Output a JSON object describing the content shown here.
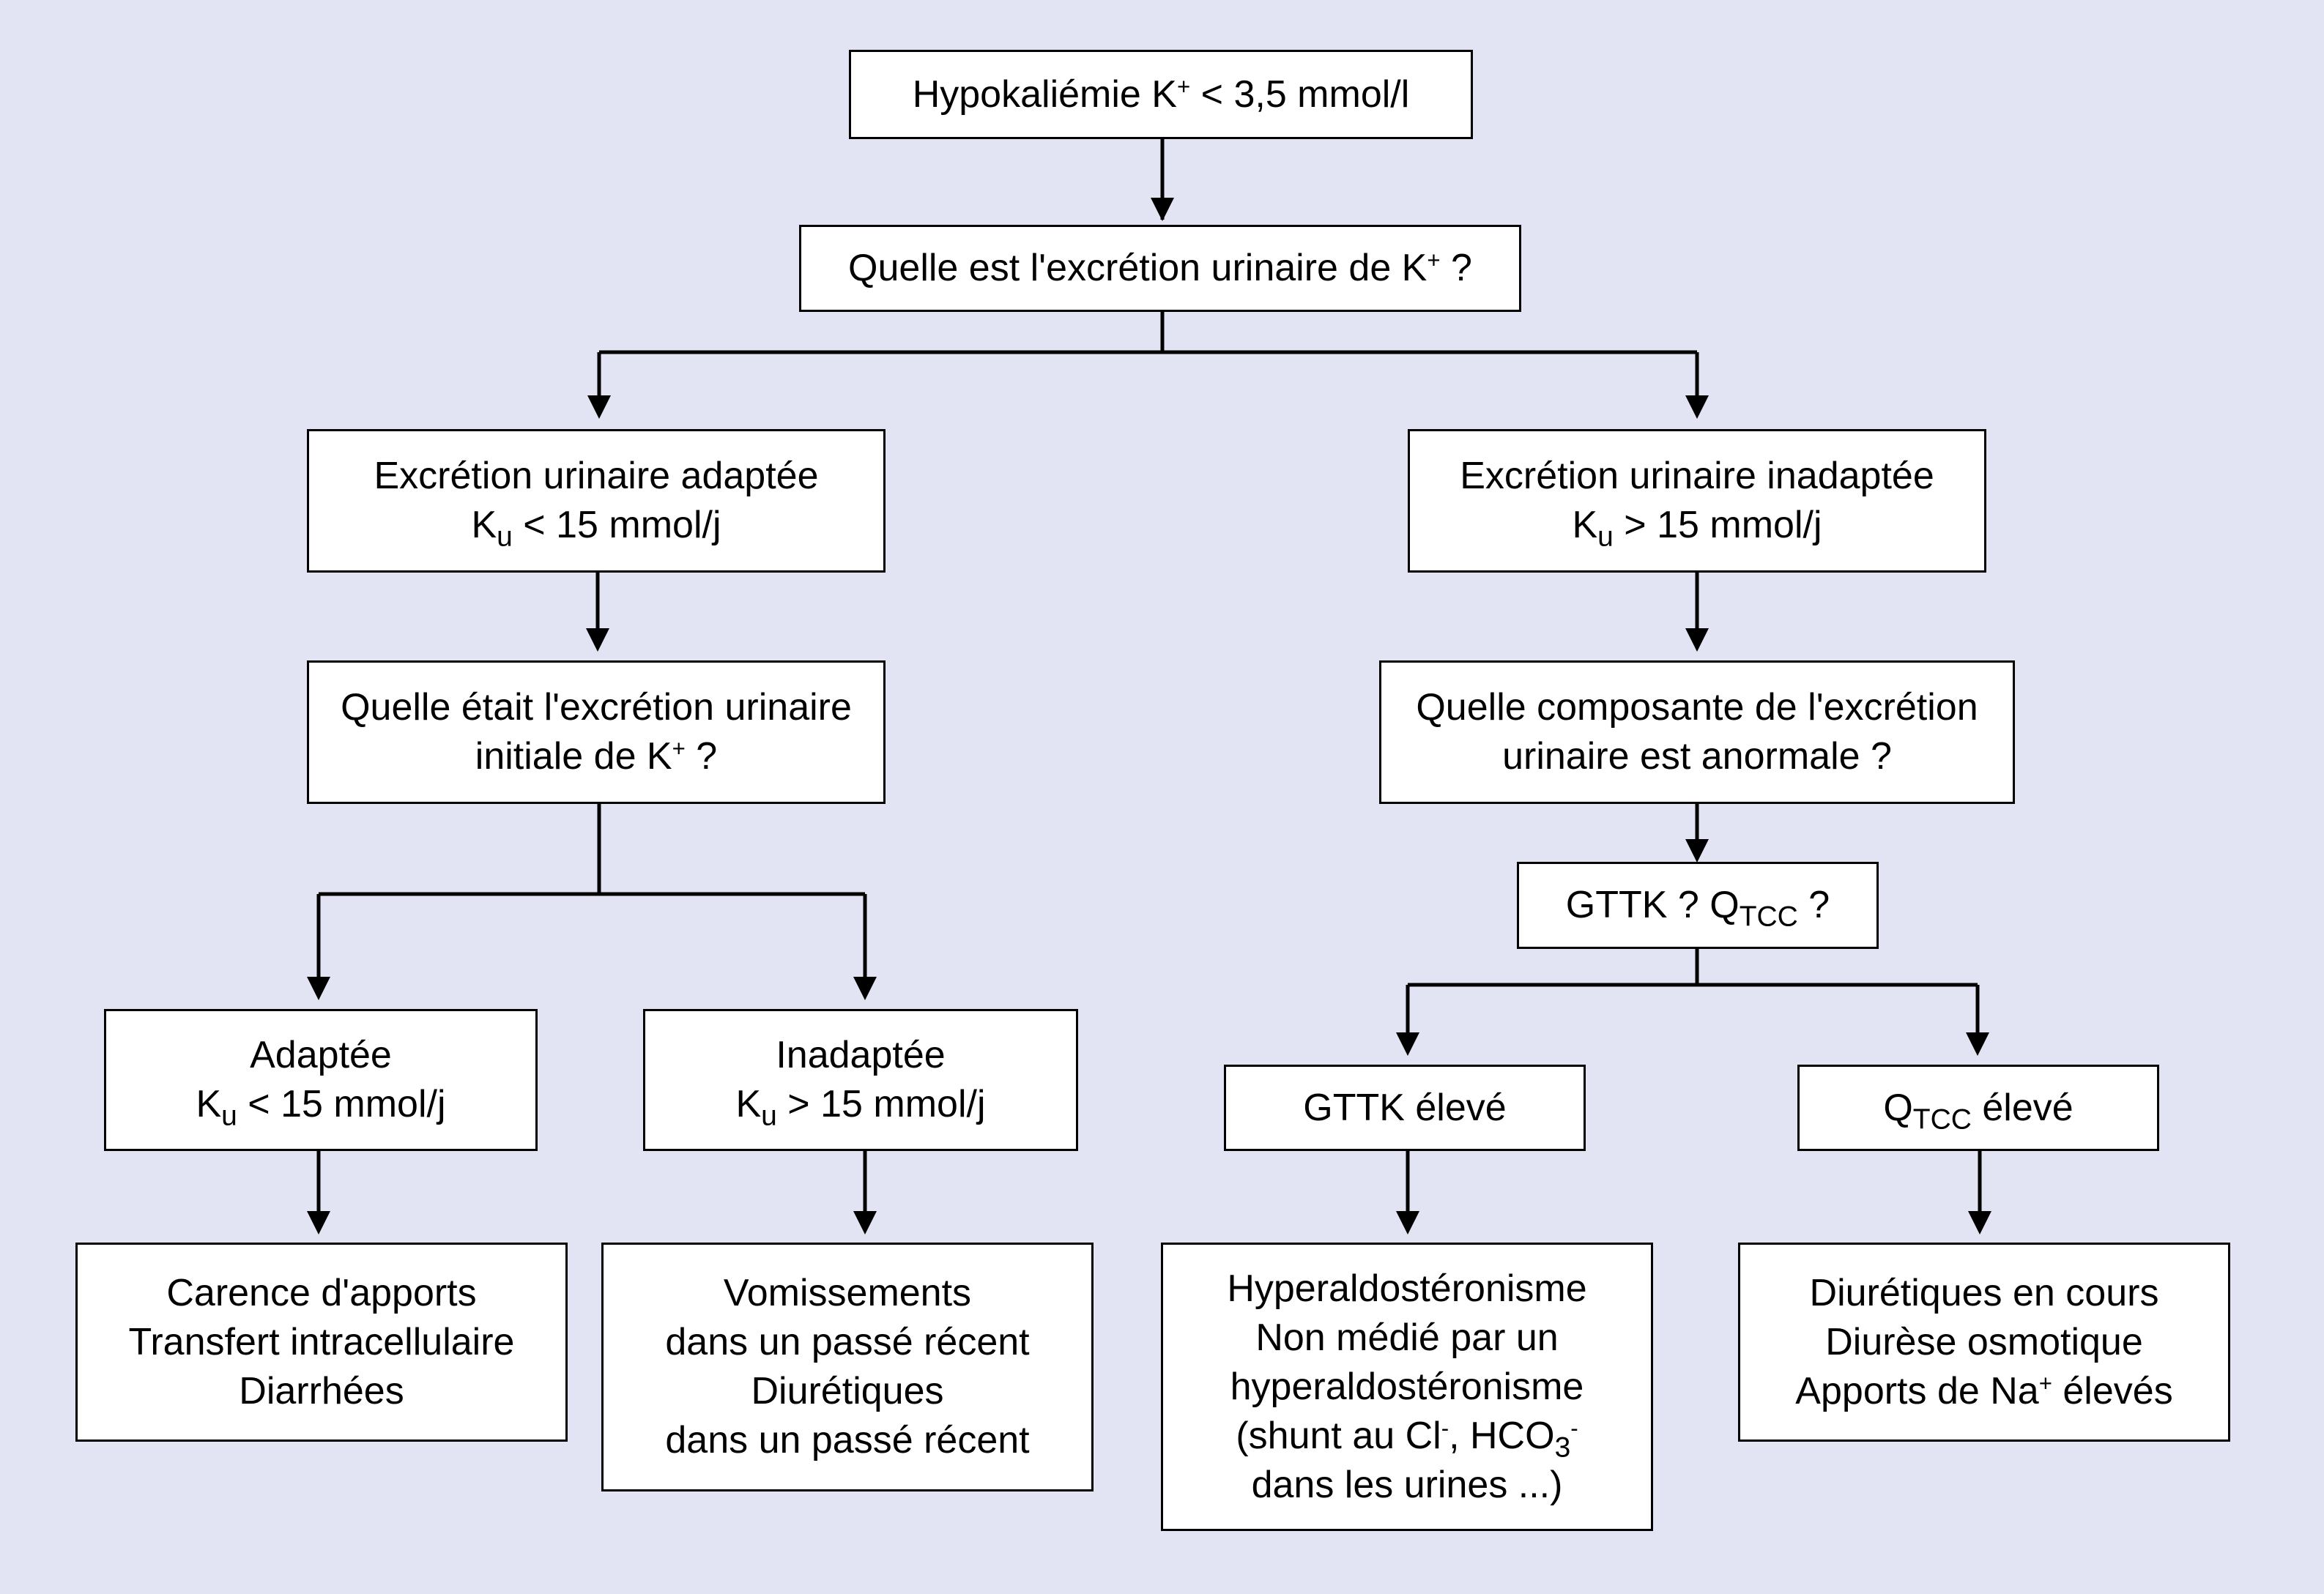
{
  "diagram": {
    "nodes": {
      "root": {
        "pre": "Hypokaliémie K",
        "sup": "+",
        "post": " < 3,5 mmol/l"
      },
      "q1": {
        "pre": "Quelle est l'excrétion urinaire de K",
        "sup": "+",
        "post": " ?"
      },
      "left1": {
        "line1": "Excrétion urinaire adaptée",
        "k": "K",
        "k_sub": "u",
        "rest": " < 15 mmol/j"
      },
      "right1": {
        "line1": "Excrétion urinaire inadaptée",
        "k": "K",
        "k_sub": "u",
        "rest": " > 15 mmol/j"
      },
      "left_q": {
        "line1": "Quelle était l'excrétion urinaire",
        "line2_pre": "initiale de K",
        "line2_sup": "+",
        "line2_post": " ?"
      },
      "right_q": {
        "line1": "Quelle composante de l'excrétion",
        "line2": "urinaire est anormale ?"
      },
      "gttk_q": {
        "pre": "GTTK ? Q",
        "sub": "TCC",
        "post": " ?"
      },
      "adaptee": {
        "line1": "Adaptée",
        "k": "K",
        "k_sub": "u",
        "rest": " < 15 mmol/j"
      },
      "inadaptee": {
        "line1": "Inadaptée",
        "k": "K",
        "k_sub": "u",
        "rest": " > 15 mmol/j"
      },
      "gttk_eleve": {
        "text": "GTTK élevé"
      },
      "qtcc_eleve": {
        "q": "Q",
        "sub": "TCC",
        "rest": " élevé"
      },
      "carence": {
        "line1": "Carence d'apports",
        "line2": "Transfert intracellulaire",
        "line3": "Diarrhées"
      },
      "vomissements": {
        "line1": "Vomissements",
        "line2": "dans un passé récent",
        "line3": "Diurétiques",
        "line4": "dans un passé récent"
      },
      "hyperaldo": {
        "line1": "Hyperaldostéronisme",
        "line2": "Non médié par un",
        "line3": "hyperaldostéronisme",
        "line4_pre": "(shunt au Cl",
        "line4_sup1": "-",
        "line4_mid": ", HCO",
        "line4_sub": "3",
        "line4_sup2": "-",
        "line5": "dans les urines ...)"
      },
      "diuretiques": {
        "line1": "Diurétiques en cours",
        "line2": "Diurèse osmotique",
        "line3_pre": "Apports de Na",
        "line3_sup": "+",
        "line3_post": " élevés"
      }
    }
  }
}
